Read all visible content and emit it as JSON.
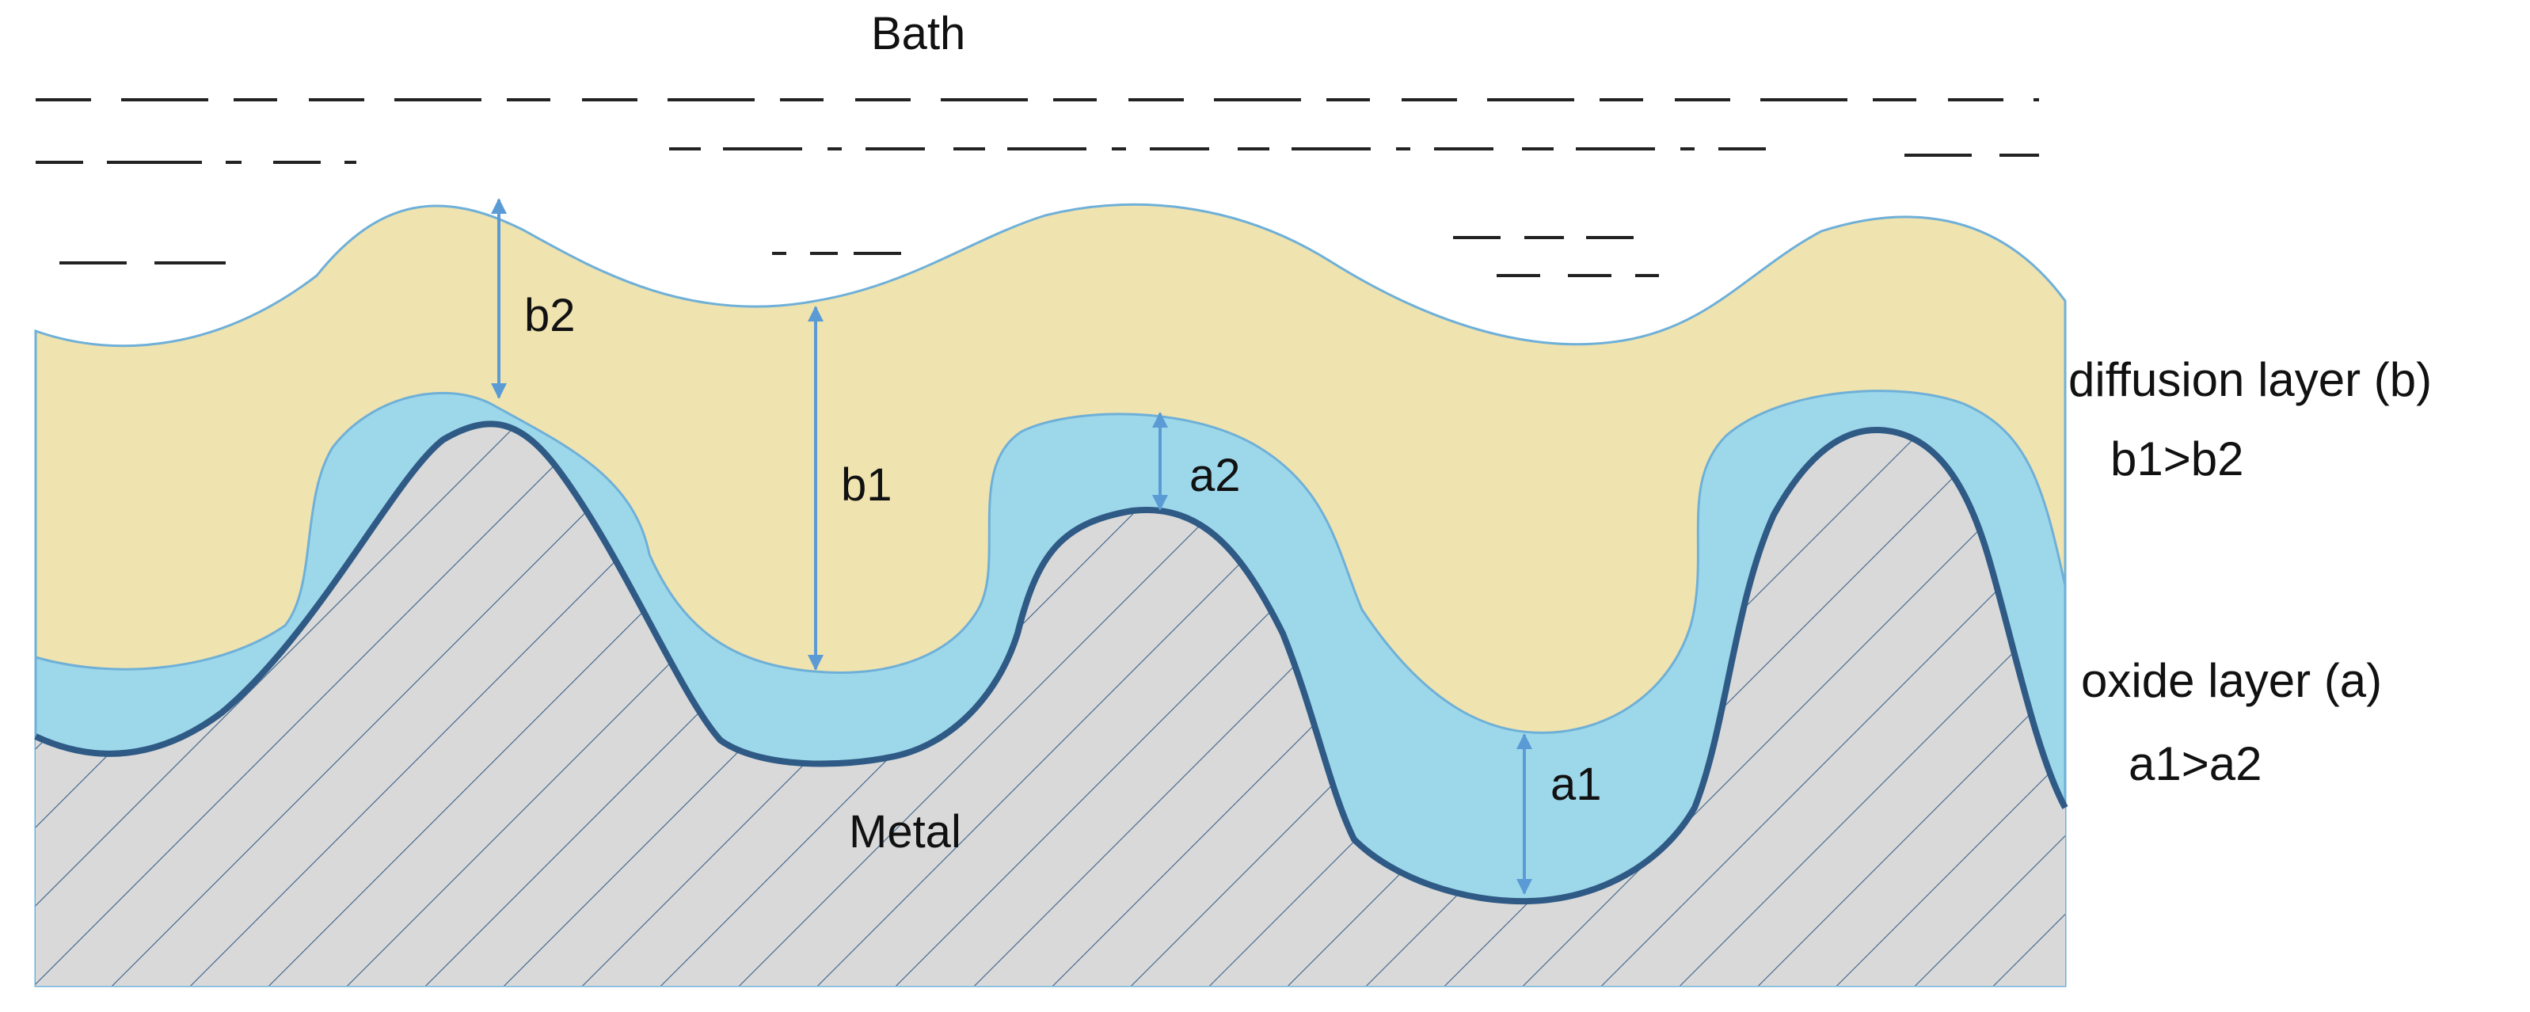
{
  "labels": {
    "bath": "Bath",
    "metal": "Metal",
    "diffusion_layer": "diffusion layer (b)",
    "diffusion_relation": "b1>b2",
    "oxide_layer": "oxide layer (a)",
    "oxide_relation": "a1>a2",
    "b1": "b1",
    "b2": "b2",
    "a1": "a1",
    "a2": "a2"
  },
  "colors": {
    "bath": "#ffffff",
    "diffusion_layer": "#efe3b0",
    "oxide_layer": "#9dd8ea",
    "metal": "#d9d9d9",
    "metal_interface": "#2f5a85",
    "layer_edge": "#6fb0d8",
    "arrow": "#5b9bd5",
    "hatch": "#2f5a85",
    "bath_dashes": "#222222"
  }
}
